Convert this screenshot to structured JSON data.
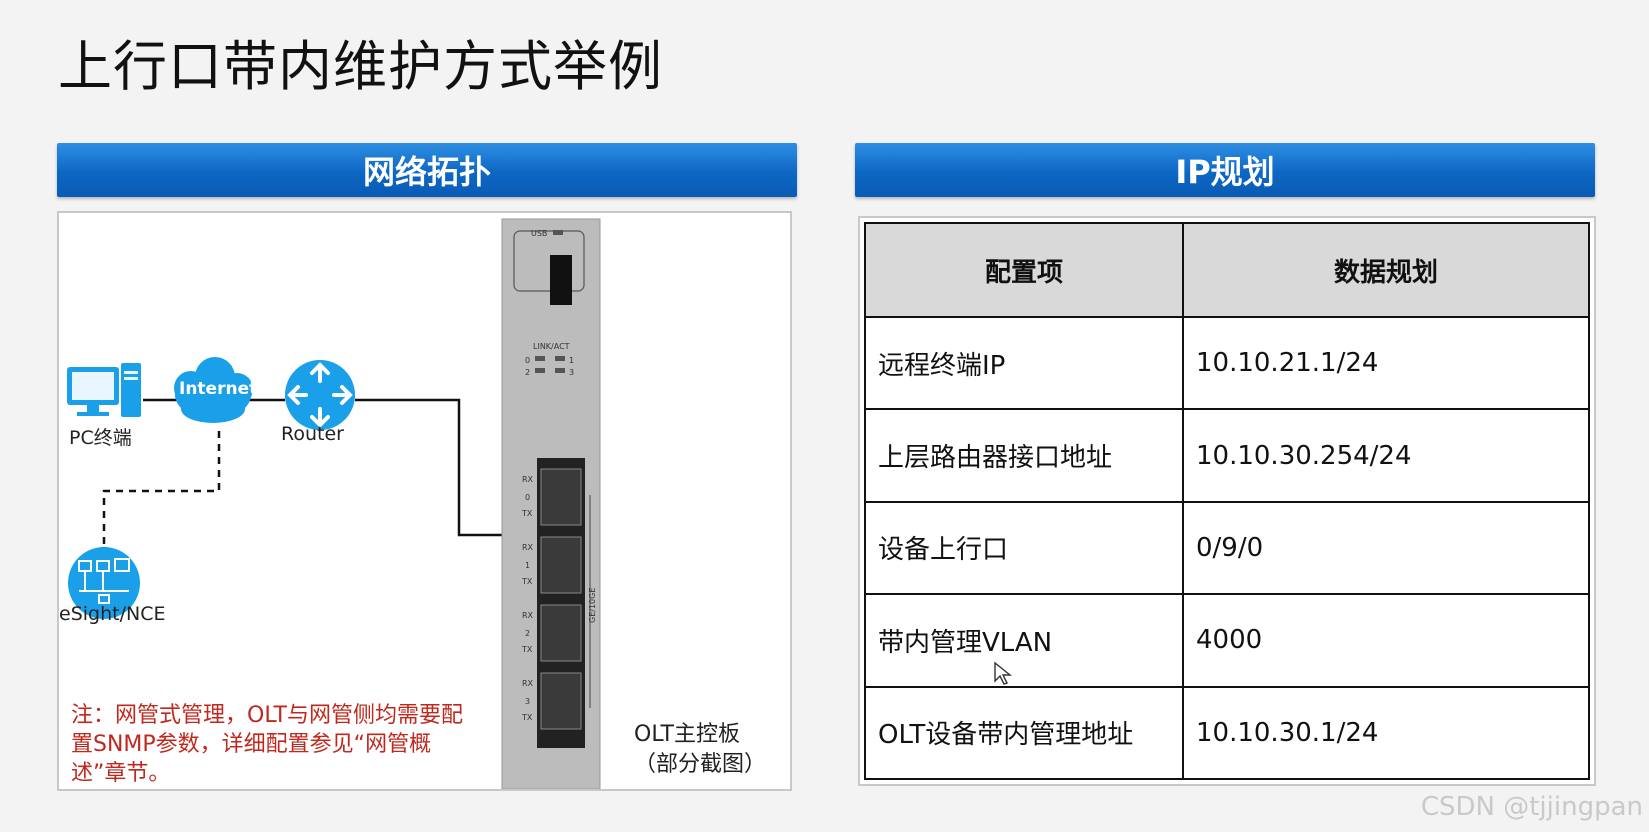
{
  "title": "上行口带内维护方式举例",
  "left_panel": {
    "header": "网络拓扑",
    "nodes": {
      "pc": "PC终端",
      "internet": "Internet",
      "router": "Router",
      "esight": "eSight/NCE"
    },
    "board_labels": {
      "usb": "USB",
      "link_act": "LINK/ACT",
      "led_nums": [
        "0",
        "1",
        "2",
        "3"
      ],
      "rx": "RX",
      "tx": "TX",
      "ports": [
        "0",
        "1",
        "2",
        "3"
      ],
      "port_type": "GE/10GE"
    },
    "note": "注：网管式管理，OLT与网管侧均需要配置SNMP参数，详细配置参见“网管概述”章节。",
    "olt_caption_line1": "OLT主控板",
    "olt_caption_line2": "（部分截图）"
  },
  "right_panel": {
    "header": "IP规划",
    "columns": [
      "配置项",
      "数据规划"
    ],
    "rows": [
      {
        "item": "远程终端IP",
        "value": "10.10.21.1/24"
      },
      {
        "item": "上层路由器接口地址",
        "value": "10.10.30.254/24"
      },
      {
        "item": "设备上行口",
        "value": "0/9/0"
      },
      {
        "item": "带内管理VLAN",
        "value": "4000"
      },
      {
        "item": "OLT设备带内管理地址",
        "value": "10.10.30.1/24"
      }
    ]
  },
  "watermark": "CSDN @tjjingpan",
  "colors": {
    "header_blue": "#0d67c4",
    "icon_blue": "#1aa0e8",
    "note_red": "#c0281e",
    "table_header_gray": "#d9d9d9"
  }
}
